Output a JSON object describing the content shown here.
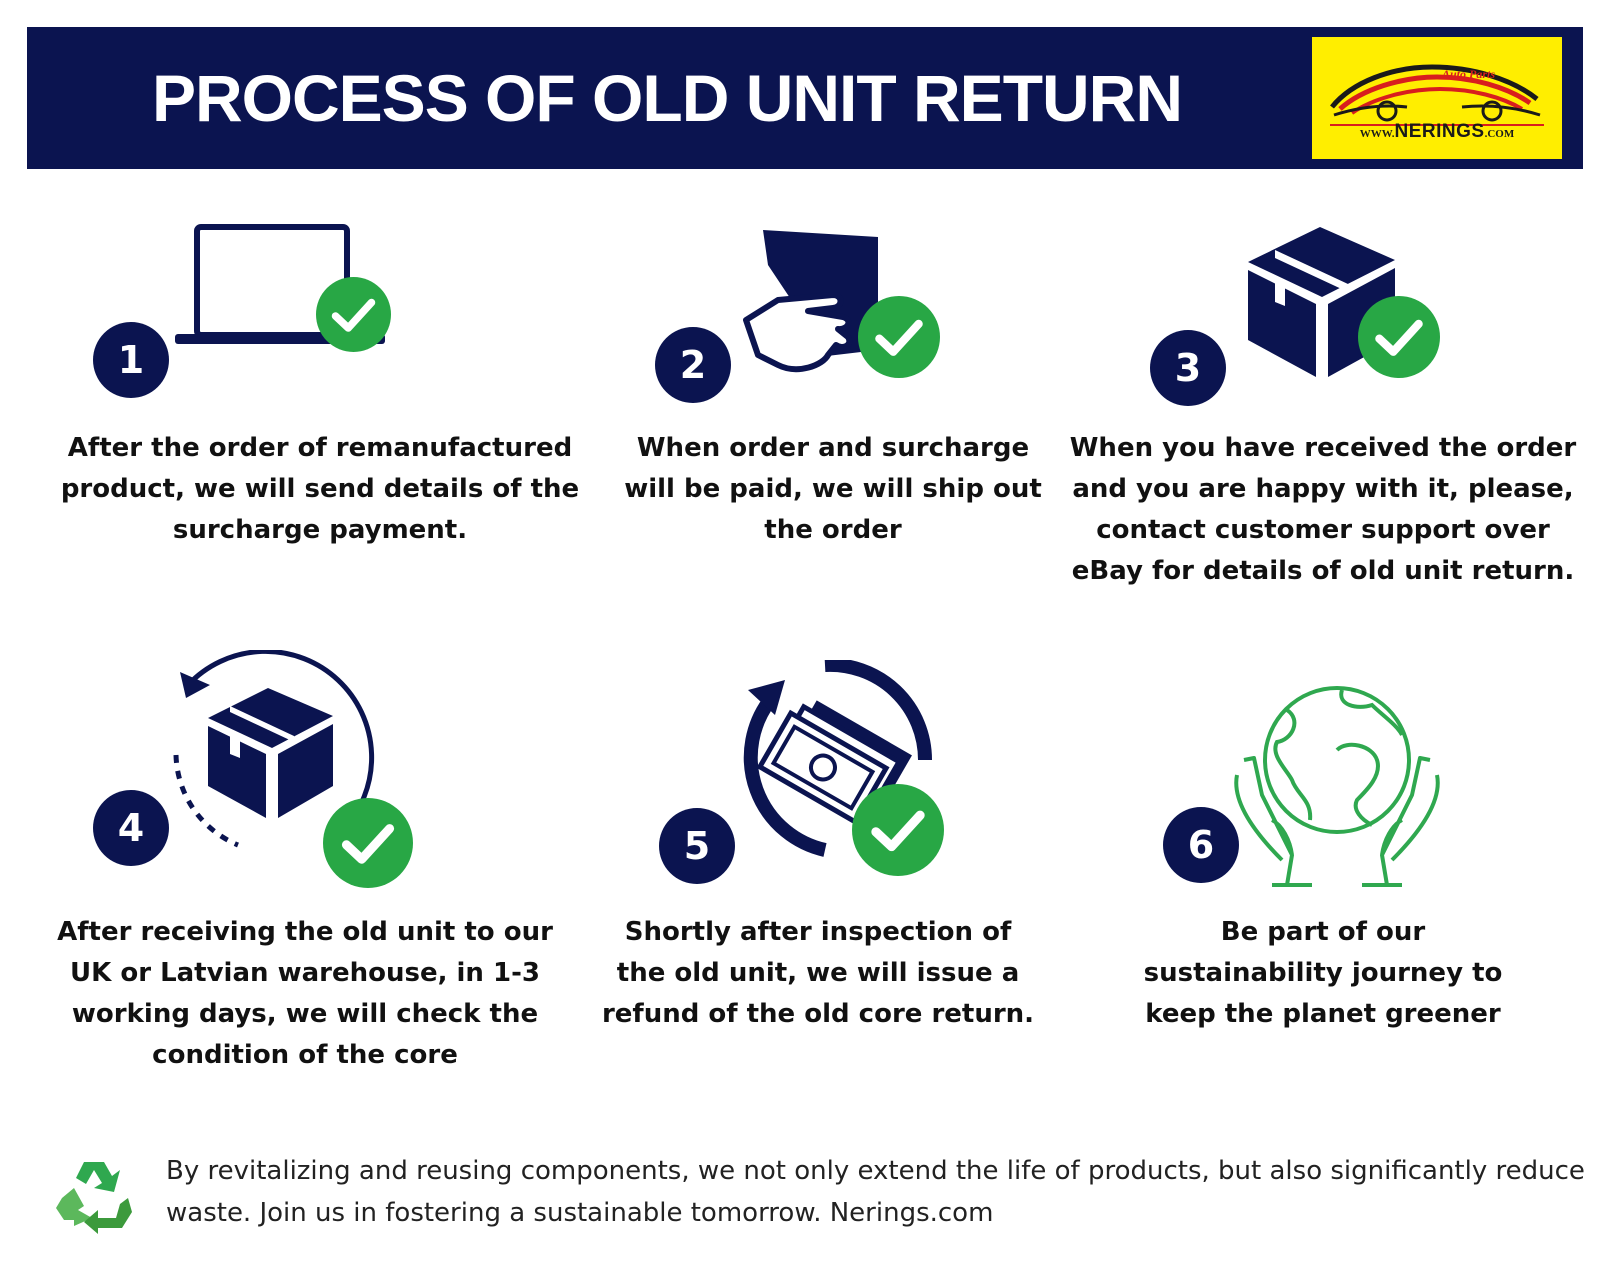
{
  "header": {
    "title": "PROCESS OF OLD UNIT RETURN",
    "logo": {
      "script_text": "Auto Parts",
      "prefix": "WWW.",
      "brand": "NERINGS",
      "suffix": ".COM"
    }
  },
  "steps": [
    {
      "number": "1",
      "icon": "laptop-icon",
      "text": "After the order of remanufactured product, we will send details of the surcharge payment."
    },
    {
      "number": "2",
      "icon": "hand-box-icon",
      "text": "When order and surcharge will be paid, we will ship out the order"
    },
    {
      "number": "3",
      "icon": "package-icon",
      "text": "When you have received the order and you are happy with it, please, contact customer support over eBay for details of old unit return."
    },
    {
      "number": "4",
      "icon": "package-return-icon",
      "text": "After receiving the old unit to our UK or Latvian warehouse, in 1-3 working days, we will check the condition of the core"
    },
    {
      "number": "5",
      "icon": "money-refund-icon",
      "text": "Shortly after inspection of the old unit, we will issue a refund of the old core return."
    },
    {
      "number": "6",
      "icon": "globe-hands-icon",
      "text": "Be part of our sustainability journey to keep the planet greener"
    }
  ],
  "footer": {
    "icon": "recycle-icon",
    "text": "By revitalizing and reusing components, we not only extend the life of products, but also significantly reduce waste. Join us in fostering a sustainable tomorrow. Nerings.com"
  },
  "colors": {
    "navy": "#0b1450",
    "green": "#28a745",
    "logo_yellow": "#ffee00",
    "logo_red": "#d81e1e"
  }
}
